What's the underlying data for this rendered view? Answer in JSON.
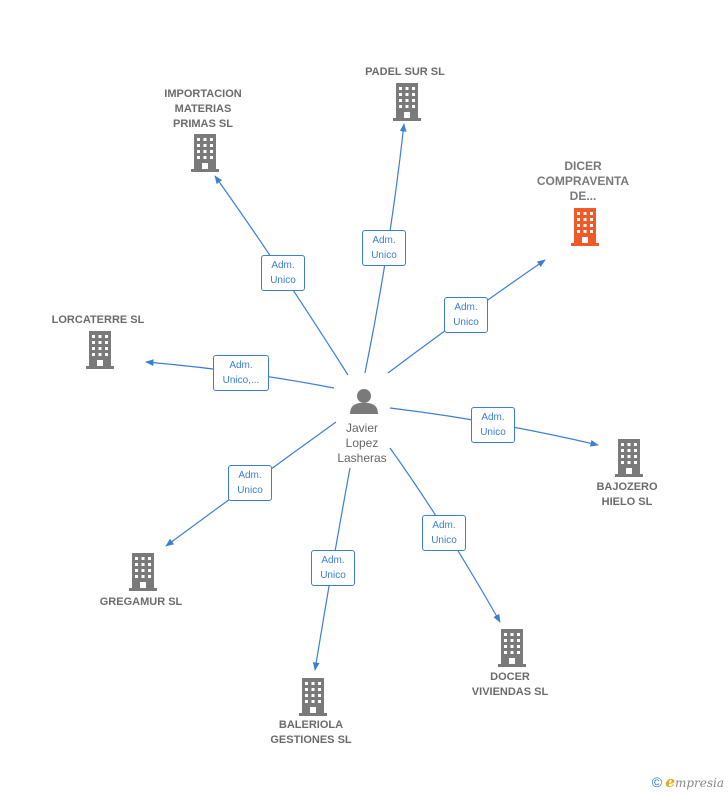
{
  "colors": {
    "edge": "#3a7fd5",
    "company_icon": "#7a7a7a",
    "company_icon_highlight": "#f05a28",
    "person_icon": "#7a7a7a"
  },
  "center": {
    "name": "Javier\nLopez\nLasheras",
    "icon": "person-icon"
  },
  "companies": [
    {
      "key": "importacion",
      "name": "IMPORTACION\nMATERIAS\nPRIMAS SL",
      "role": "Adm.\nUnico",
      "highlight": false
    },
    {
      "key": "padel",
      "name": "PADEL SUR SL",
      "role": "Adm.\nUnico",
      "highlight": false
    },
    {
      "key": "dicer",
      "name": "DICER\nCOMPRAVENTA\nDE...",
      "role": "Adm.\nUnico",
      "highlight": true
    },
    {
      "key": "lorcaterre",
      "name": "LORCATERRE SL",
      "role": "Adm.\nUnico,...",
      "highlight": false
    },
    {
      "key": "bajozero",
      "name": "BAJOZERO\nHIELO  SL",
      "role": "Adm.\nUnico",
      "highlight": false
    },
    {
      "key": "gregamur",
      "name": "GREGAMUR SL",
      "role": "Adm.\nUnico",
      "highlight": false
    },
    {
      "key": "docer",
      "name": "DOCER\nVIVIENDAS SL",
      "role": "Adm.\nUnico",
      "highlight": false
    },
    {
      "key": "baleriola",
      "name": "BALERIOLA\nGESTIONES SL",
      "role": "Adm.\nUnico",
      "highlight": false
    }
  ],
  "footer": {
    "copyright": "©",
    "brand_e": "e",
    "brand_rest": "mpresia"
  }
}
